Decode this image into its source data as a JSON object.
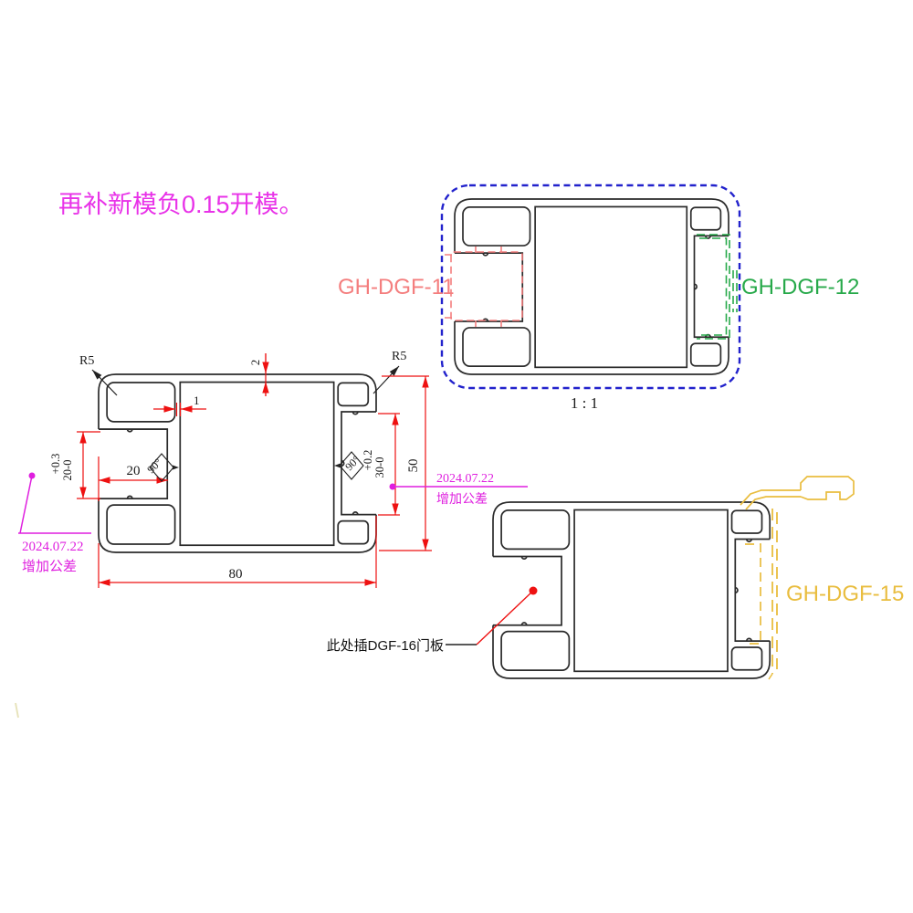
{
  "top_note": {
    "text": "再补新模负0.15开模。",
    "color": "#e832e8"
  },
  "assembly": {
    "label_left": "GH-DGF-11",
    "label_left_color": "#f47e7e",
    "label_right": "GH-DGF-12",
    "label_right_color": "#27a94a",
    "scale_text": "1 : 1"
  },
  "dimensioned_view": {
    "radius_top_left": "R5",
    "radius_top_right": "R5",
    "thickness_top": "2",
    "thickness_inner": "1",
    "slot_depth": "20",
    "angle_left": "90°",
    "angle_right": "90°",
    "tol_left": [
      "+0.3",
      "20-0"
    ],
    "tol_right": [
      "+0.2",
      "30-0"
    ],
    "overall_height": "50",
    "overall_width": "80",
    "rev_note_left": {
      "date": "2024.07.22",
      "label": "增加公差"
    },
    "rev_note_right": {
      "date": "2024.07.22",
      "label": "增加公差"
    },
    "dim_line_color": "#ee1111",
    "rev_color": "#df1fdf"
  },
  "insert_view": {
    "label": "GH-DGF-15",
    "label_color": "#e9bd3f",
    "note": "此处插DGF-16门板"
  },
  "colors": {
    "outline": "#2b2b2b",
    "detail_boundary_blue": "#2222cc",
    "mating_pink": "#f47e7e",
    "mating_green": "#27a94a",
    "mating_yellow": "#e9bd3f",
    "leader_red": "#ee1111"
  }
}
